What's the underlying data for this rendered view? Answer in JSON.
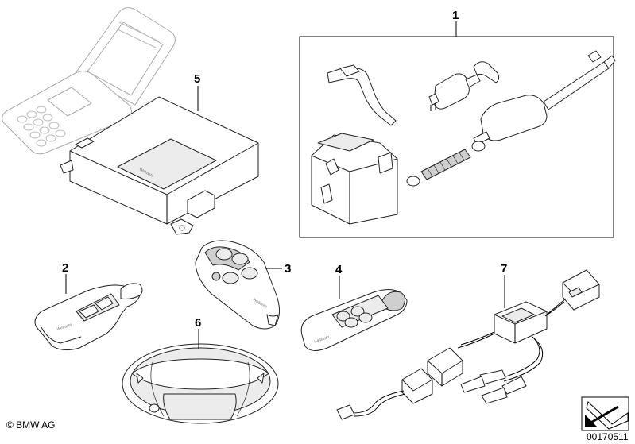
{
  "callouts": {
    "c1": "1",
    "c2": "2",
    "c3": "3",
    "c4": "4",
    "c5": "5",
    "c6": "6",
    "c7": "7"
  },
  "footer": {
    "copyright": "© BMW AG",
    "diagram_number": "00170511"
  },
  "brand_mark": "Webasto"
}
